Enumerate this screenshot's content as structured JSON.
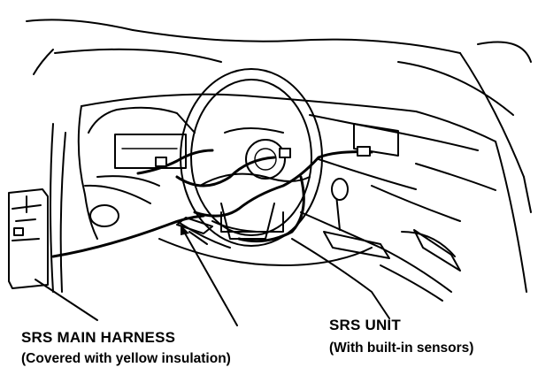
{
  "labels": {
    "harness_title": "SRS MAIN HARNESS",
    "harness_subtitle": "(Covered with yellow insulation)",
    "unit_title": "SRS UNIT",
    "unit_subtitle": "(With built-in sensors)"
  },
  "colors": {
    "ink": "#000000",
    "paper": "#ffffff"
  }
}
